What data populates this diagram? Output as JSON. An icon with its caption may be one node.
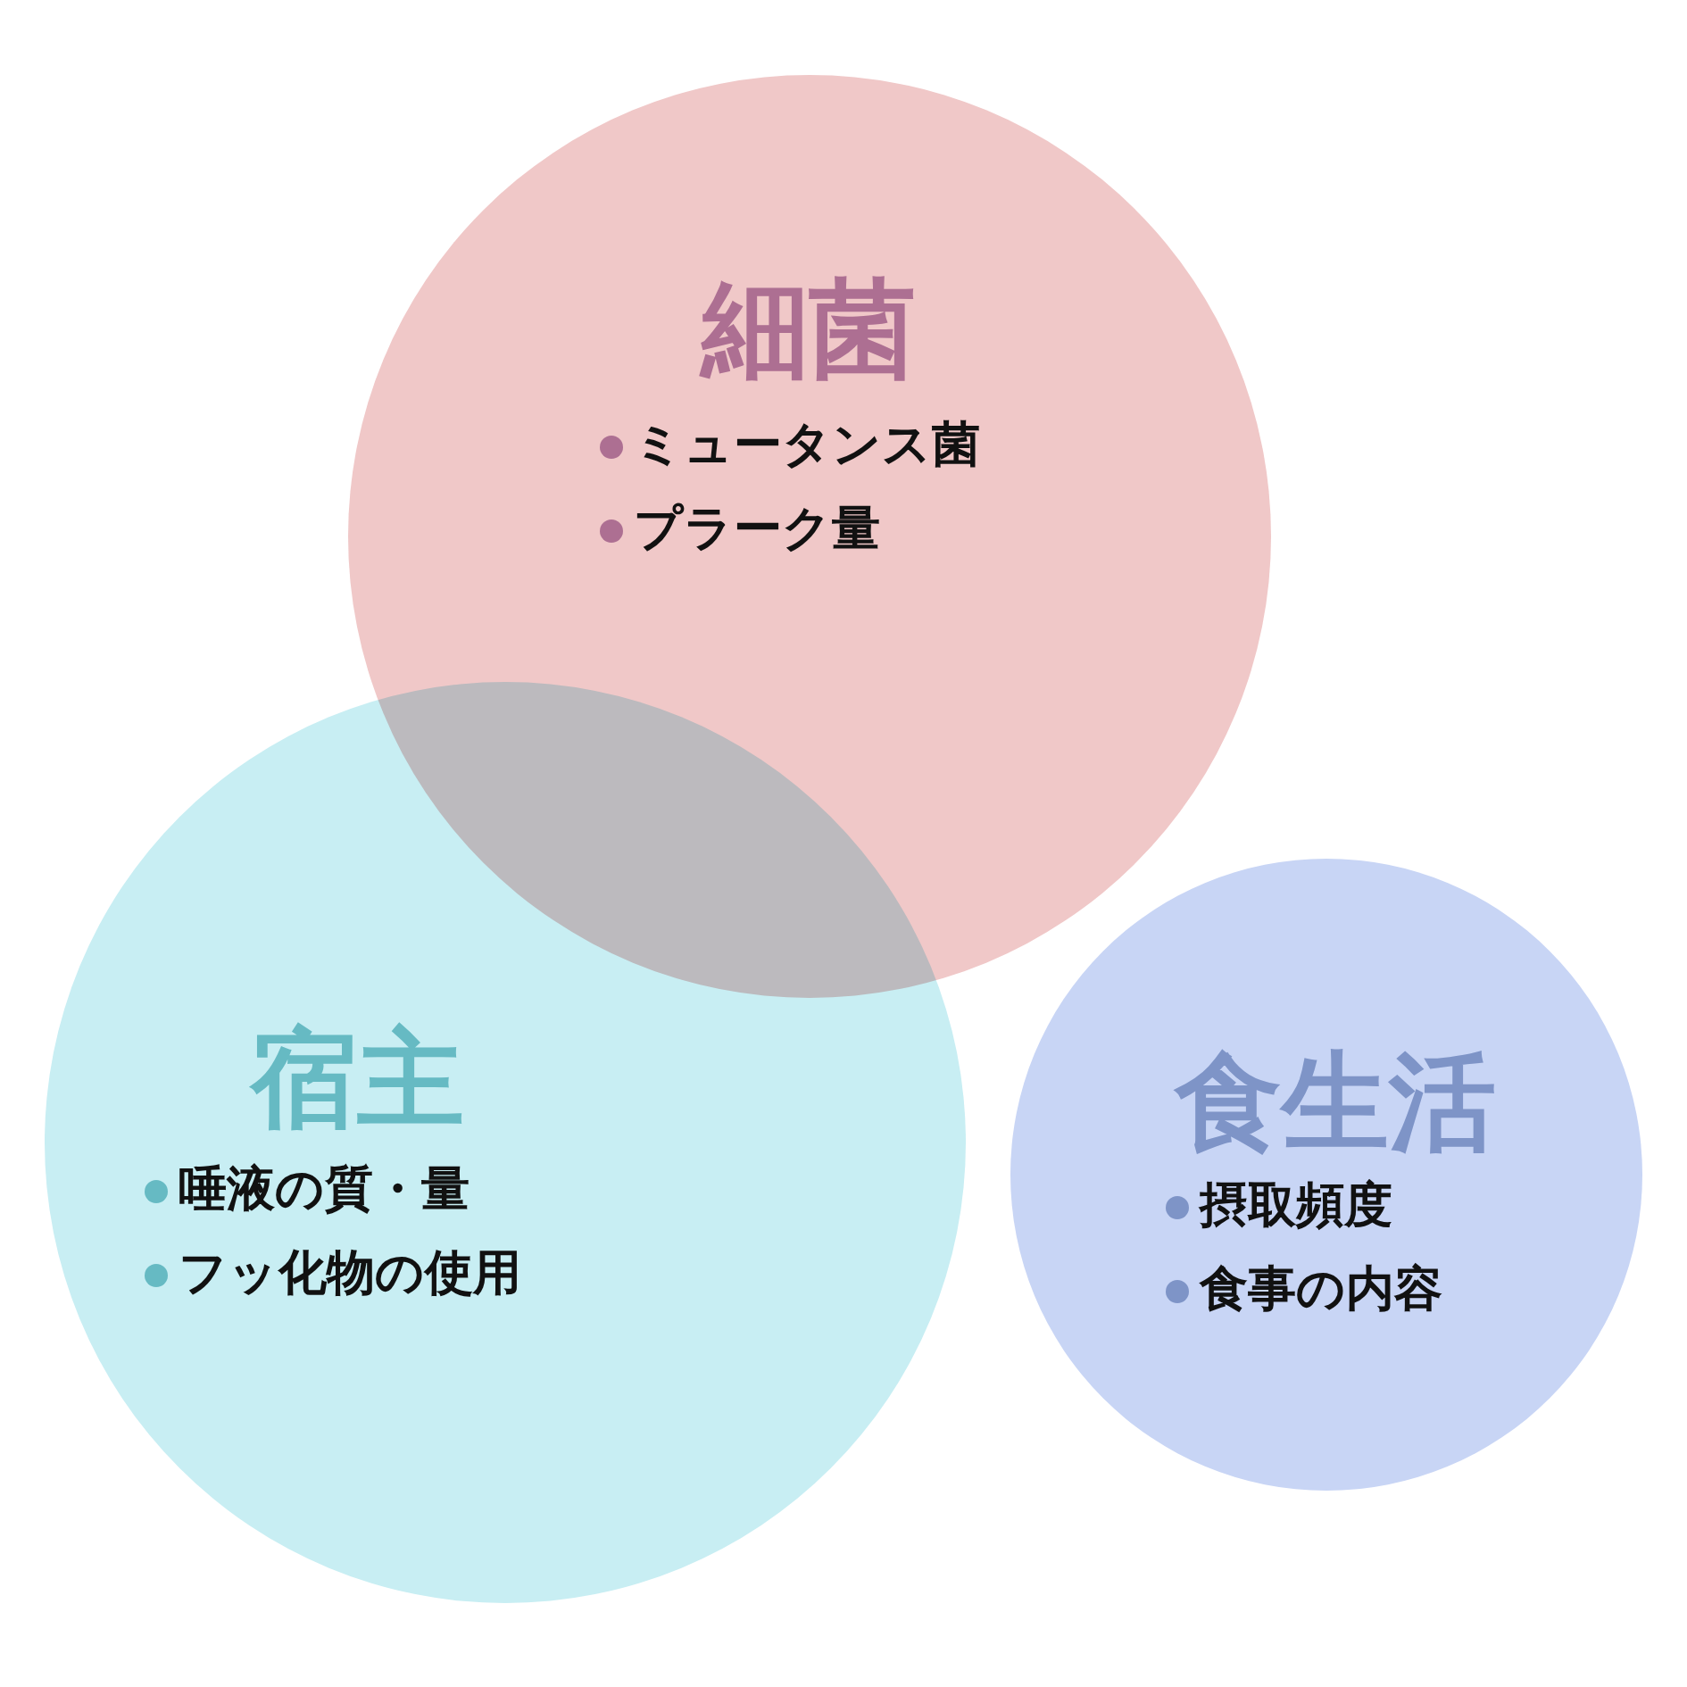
{
  "diagram": {
    "nodes": [
      {
        "text": [
          "細菌",
          "ミュータンス菌",
          "プラーク量"
        ]
      },
      {
        "text": [
          "宿主",
          "唾液の質・量",
          "フッ化物の使用"
        ]
      },
      {
        "text": [
          "食生活",
          "摂取頻度",
          "食事の内容"
        ]
      }
    ]
  }
}
